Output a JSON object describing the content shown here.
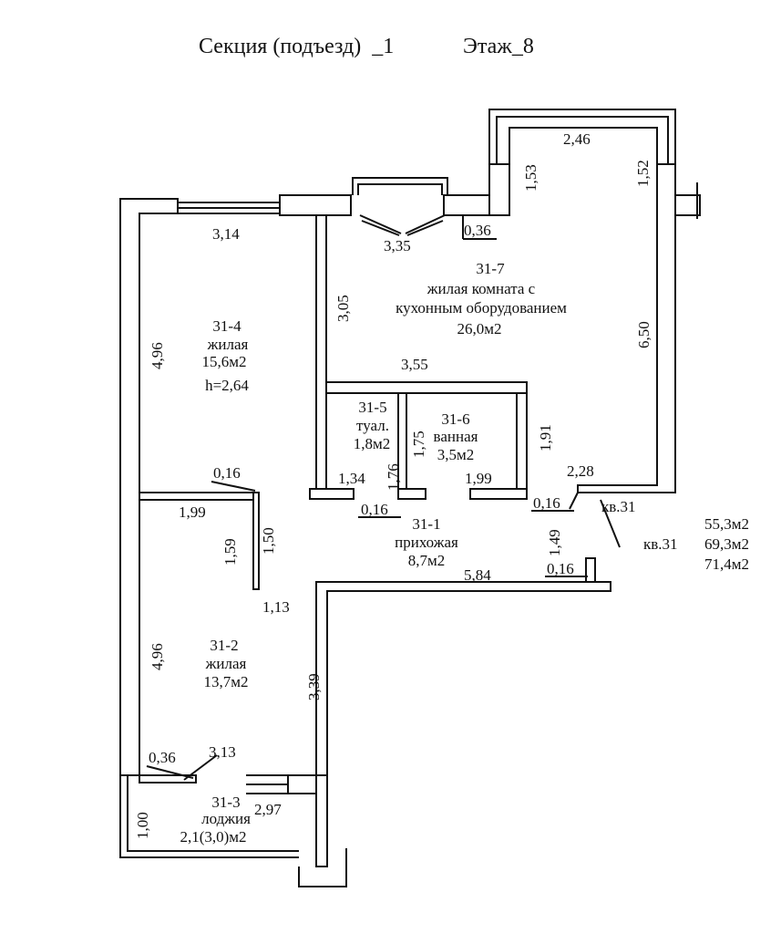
{
  "header": {
    "section": "Секция (подъезд)  _1",
    "floor": "Этаж_8"
  },
  "rooms": {
    "r7": {
      "num": "31-7",
      "name1": "жилая комната с",
      "name2": "кухонным оборудованием",
      "area": "26,0м2"
    },
    "r4": {
      "num": "31-4",
      "name": "жилая",
      "area": "15,6м2",
      "height": "h=2,64"
    },
    "r5": {
      "num": "31-5",
      "name": "туал.",
      "area": "1,8м2"
    },
    "r6": {
      "num": "31-6",
      "name": "ванная",
      "area": "3,5м2"
    },
    "r1": {
      "num": "31-1",
      "name": "прихожая",
      "area": "8,7м2"
    },
    "r2": {
      "num": "31-2",
      "name": "жилая",
      "area": "13,7м2"
    },
    "r3": {
      "num": "31-3",
      "name": "лоджия",
      "area": "2,1(3,0)м2"
    }
  },
  "dimensions": {
    "d_246": "2,46",
    "d_153": "1,53",
    "d_152": "1,52",
    "d_036a": "0,36",
    "d_314": "3,14",
    "d_335": "3,35",
    "d_305": "3,05",
    "d_650": "6,50",
    "d_496a": "4,96",
    "d_355": "3,55",
    "d_175": "1,75",
    "d_191": "1,91",
    "d_176": "1,76",
    "d_134": "1,34",
    "d_199a": "1,99",
    "d_228": "2,28",
    "d_016a": "0,16",
    "d_016b": "0,16",
    "d_016c": "0,16",
    "d_016d": "0,16",
    "d_199b": "1,99",
    "d_159": "1,59",
    "d_150": "1,50",
    "d_149": "1,49",
    "d_584": "5,84",
    "d_113": "1,13",
    "d_496b": "4,96",
    "d_339": "3,39",
    "d_036b": "0,36",
    "d_313": "3,13",
    "d_297": "2,97",
    "d_100": "1,00"
  },
  "apartment": {
    "tag1": "кв.31",
    "tag2": "кв.31",
    "area_a": "55,3м2",
    "area_b": "69,3м2",
    "area_c": "71,4м2"
  }
}
